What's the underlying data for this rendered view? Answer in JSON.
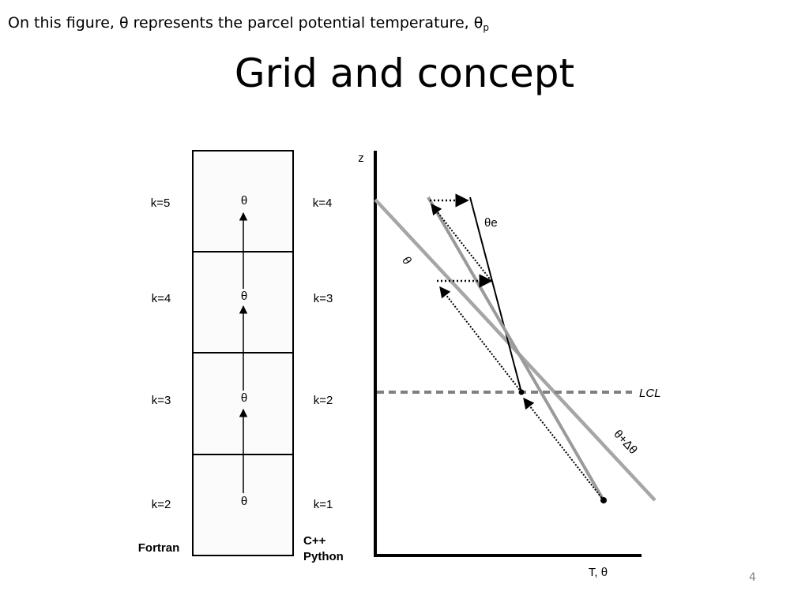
{
  "note": {
    "text": "On this figure, θ represents the parcel potential temperature, θ",
    "subscript": "p"
  },
  "title": "Grid and concept",
  "slide_number": "4",
  "grid": {
    "left_labels": [
      "k=5",
      "k=4",
      "k=3",
      "k=2"
    ],
    "right_labels": [
      "k=4",
      "k=3",
      "k=2",
      "k=1"
    ],
    "cell_symbol": "θ",
    "left_caption": "Fortran",
    "right_caption_1": "C++",
    "right_caption_2": "Python"
  },
  "plot": {
    "z_axis_label": "z",
    "x_axis_label": "T, θ",
    "theta_label": "θ",
    "theta_e_label": "θe",
    "lcl_label": "LCL",
    "theta_delta_label": "θ+Δθ"
  },
  "colors": {
    "gray_line": "#a6a6a6",
    "dashed_line": "#808080",
    "slide_number": "#7f7f7f"
  }
}
